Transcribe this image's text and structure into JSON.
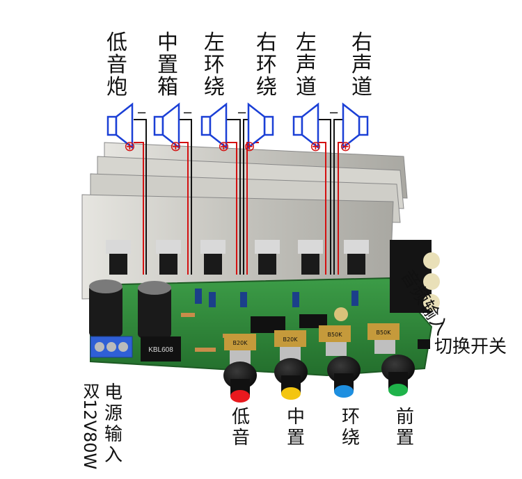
{
  "speakers": [
    {
      "label": "低音炮"
    },
    {
      "label": "中置箱"
    },
    {
      "label": "左环绕"
    },
    {
      "label": "右环绕"
    },
    {
      "label": "左声道"
    },
    {
      "label": "右声道"
    }
  ],
  "polarity": {
    "minus": "−",
    "plus": "⊕"
  },
  "audio_input_label": "音频输入",
  "switch_label": "切换开关",
  "power_label_a": "电源输入",
  "power_label_b": "双12V80W",
  "knobs": [
    {
      "label": "低音",
      "color": "#e8191e",
      "pot_marking": "B20K"
    },
    {
      "label": "中置",
      "color": "#f3c510",
      "pot_marking": "B20K"
    },
    {
      "label": "环绕",
      "color": "#1e8fe0",
      "pot_marking": "B50K"
    },
    {
      "label": "前置",
      "color": "#1fb34a",
      "pot_marking": "B50K"
    }
  ],
  "bridge_marking": "KBL608",
  "colors": {
    "pcb": "#2e8a3a",
    "heatsink": "#c9c8c2",
    "wire_red": "#d41010",
    "wire_black": "#111111",
    "speaker_blue": "#1a3fd6"
  }
}
